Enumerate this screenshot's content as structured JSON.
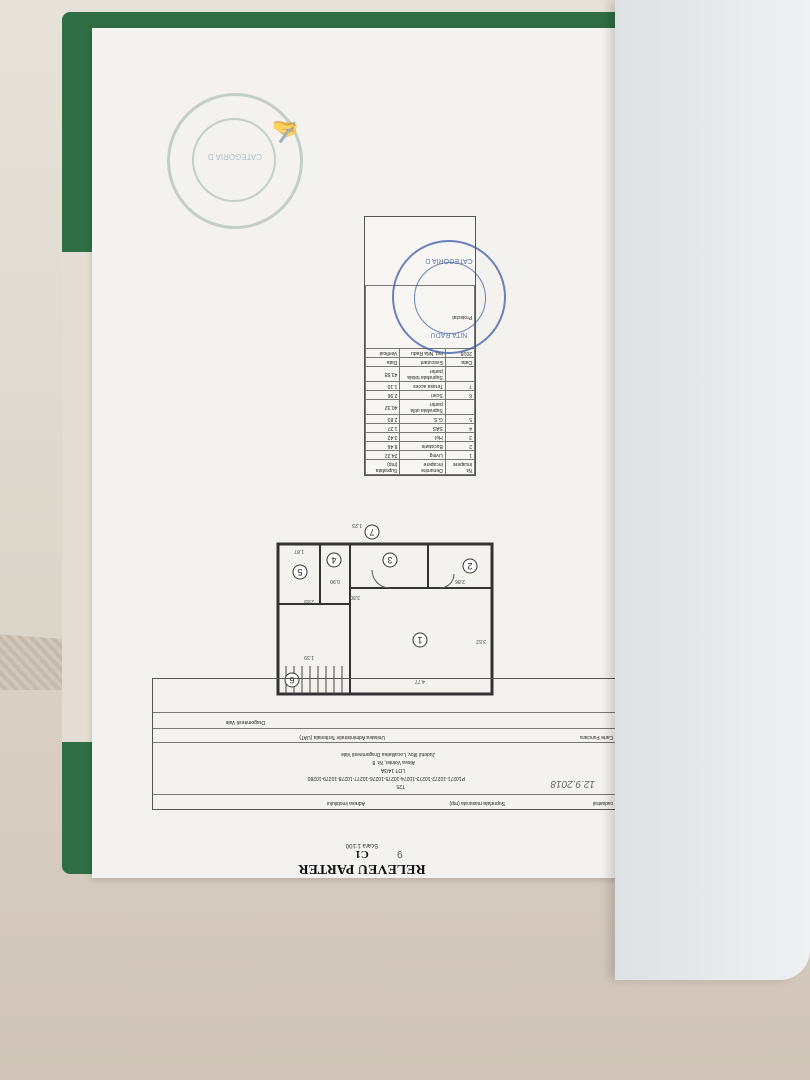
{
  "sheet": {
    "title": "RELEVEU PARTER",
    "subtitle": "C1",
    "scale": "Scara 1:100",
    "sheet_number": "9",
    "handwritten_note": "12.9.2018",
    "title_block": {
      "nr_cadastral_label": "Nr. cadastral",
      "suprafata_label": "Suprafata masurata (mp)",
      "adresa_label": "Adresa imobilului",
      "cadastral_numbers": "P10271-10272-10273-10274-10275-10276-10277-10278-10279-10280",
      "t_label": "T25",
      "lot": "LOT 14/3A",
      "street": "Aleea Vointei, Nr. 8",
      "county": "Judetul Ilfov, Localitatea Dragomiresti Vale",
      "carte_funciara": "Nr. Carte Funciara",
      "uat": "Unitatea Administrativ Teritoriala (UAT)",
      "locality": "Dragomiresti Vale"
    },
    "legend": {
      "headers": [
        "Nr. incapere",
        "Denumire incapere",
        "Suprafata (mp)"
      ],
      "rows": [
        [
          "1",
          "Living",
          "24.22"
        ],
        [
          "2",
          "Bucatarie",
          "8.46"
        ],
        [
          "3",
          "Hol",
          "3.42"
        ],
        [
          "4",
          "SAS",
          "1.37"
        ],
        [
          "5",
          "G.S.",
          "2.83"
        ],
        [
          "",
          "Suprafata utila parter",
          "40.32"
        ],
        [
          "6",
          "Scari",
          "2.96"
        ],
        [
          "7",
          "Terasa acces",
          "1.10"
        ],
        [
          "",
          "Suprafata totala parter",
          "43.58"
        ]
      ],
      "footer_labels": [
        "Data",
        "Executant",
        "Data"
      ],
      "year": "2018",
      "signature_label": "ing. Nita Radu",
      "verified_label": "Verificat",
      "row_labels": [
        "Proiectat"
      ]
    },
    "stamp_text": [
      "NITA RADU",
      "CATEGORIA D"
    ],
    "room_numbers": [
      "1",
      "2",
      "3",
      "4",
      "5",
      "6",
      "7"
    ],
    "dimensions": [
      "4.77",
      "2.86",
      "3.52",
      "1.39",
      "2.89",
      "1.87",
      "0.90",
      "1.23",
      "3.80"
    ]
  }
}
